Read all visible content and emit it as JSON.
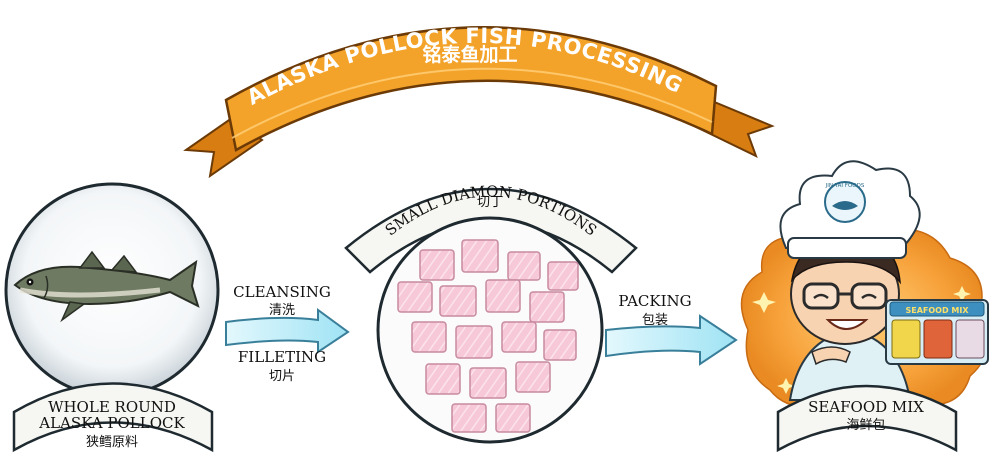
{
  "banner": {
    "title_en": "ALASKA POLLOCK FISH PROCESSING",
    "title_zh": "铭泰鱼加工"
  },
  "steps": [
    {
      "label_en_line1": "WHOLE ROUND",
      "label_en_line2": "ALASKA POLLOCK",
      "label_zh": "狭鳕原料"
    },
    {
      "label_en": "SMALL DIAMON PORTIONS",
      "label_zh": "切丁"
    },
    {
      "label_en": "SEAFOOD MIX",
      "label_zh": "海鲜包"
    }
  ],
  "arrows": [
    {
      "top_en": "CLEANSING",
      "top_zh": "清洗",
      "bottom_en": "FILLETING",
      "bottom_zh": "切片"
    },
    {
      "top_en": "PACKING",
      "top_zh": "包装"
    }
  ],
  "chef": {
    "hat_logo": "JIN TAI FOODS",
    "box_label": "SEAFOOD MIX"
  },
  "colors": {
    "banner_orange": "#f4a32a",
    "banner_dark": "#d77d12",
    "arrow_cyan": "#bdeefa",
    "arrow_stroke": "#3a7f9a",
    "cube_pink": "#f6c6d6",
    "glow_orange": "#f7a13a"
  }
}
